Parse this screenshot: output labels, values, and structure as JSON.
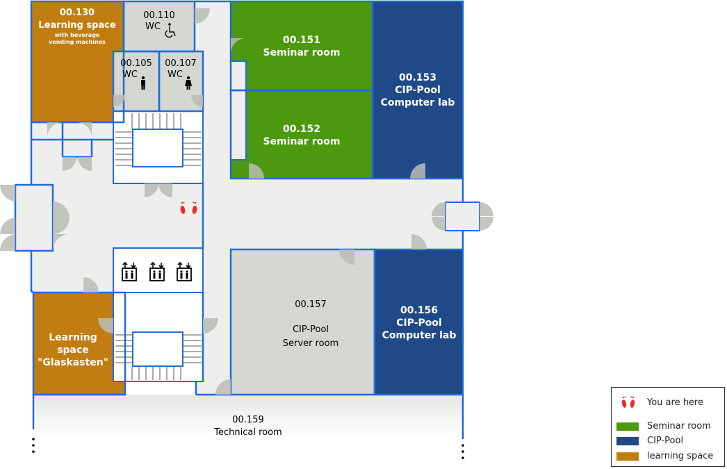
{
  "colors": {
    "seminar": "#4c980f",
    "cip_pool": "#204a87",
    "learning": "#c17d11",
    "wc": "#d3d7cf",
    "server": "#d3d7cf",
    "corridor": "#eeeeec",
    "wall": "#1f6bdc",
    "door": "#babdb6",
    "you_are_here": "#ef2929"
  },
  "rooms": {
    "r130": {
      "number": "00.130",
      "name": "Learning space",
      "note1": "with beverage",
      "note2": "vending machines"
    },
    "r110": {
      "number": "00.110",
      "label": "WC"
    },
    "r105": {
      "number": "00.105",
      "label": "WC"
    },
    "r107": {
      "number": "00.107",
      "label": "WC"
    },
    "r151": {
      "number": "00.151",
      "name": "Seminar room"
    },
    "r152": {
      "number": "00.152",
      "name": "Seminar room"
    },
    "r153": {
      "number": "00.153",
      "name1": "CIP-Pool",
      "name2": "Computer lab"
    },
    "r156": {
      "number": "00.156",
      "name1": "CIP-Pool",
      "name2": "Computer lab"
    },
    "r157": {
      "number": "00.157",
      "name1": "CIP-Pool",
      "name2": "Server room"
    },
    "glaskasten": {
      "line1": "Learning",
      "line2": "space",
      "line3": "\"Glaskasten\""
    },
    "r159": {
      "number": "00.159",
      "name": "Technical room"
    }
  },
  "icons": {
    "wheelchair": "wheelchair-icon",
    "male": "male-person-icon",
    "female": "female-person-icon",
    "elevator": "elevator-icon",
    "feet": "footprints-icon"
  },
  "legend": {
    "you_are_here": "You are here",
    "seminar": "Seminar room",
    "cip_pool": "CIP-Pool",
    "learning": "learning space"
  }
}
